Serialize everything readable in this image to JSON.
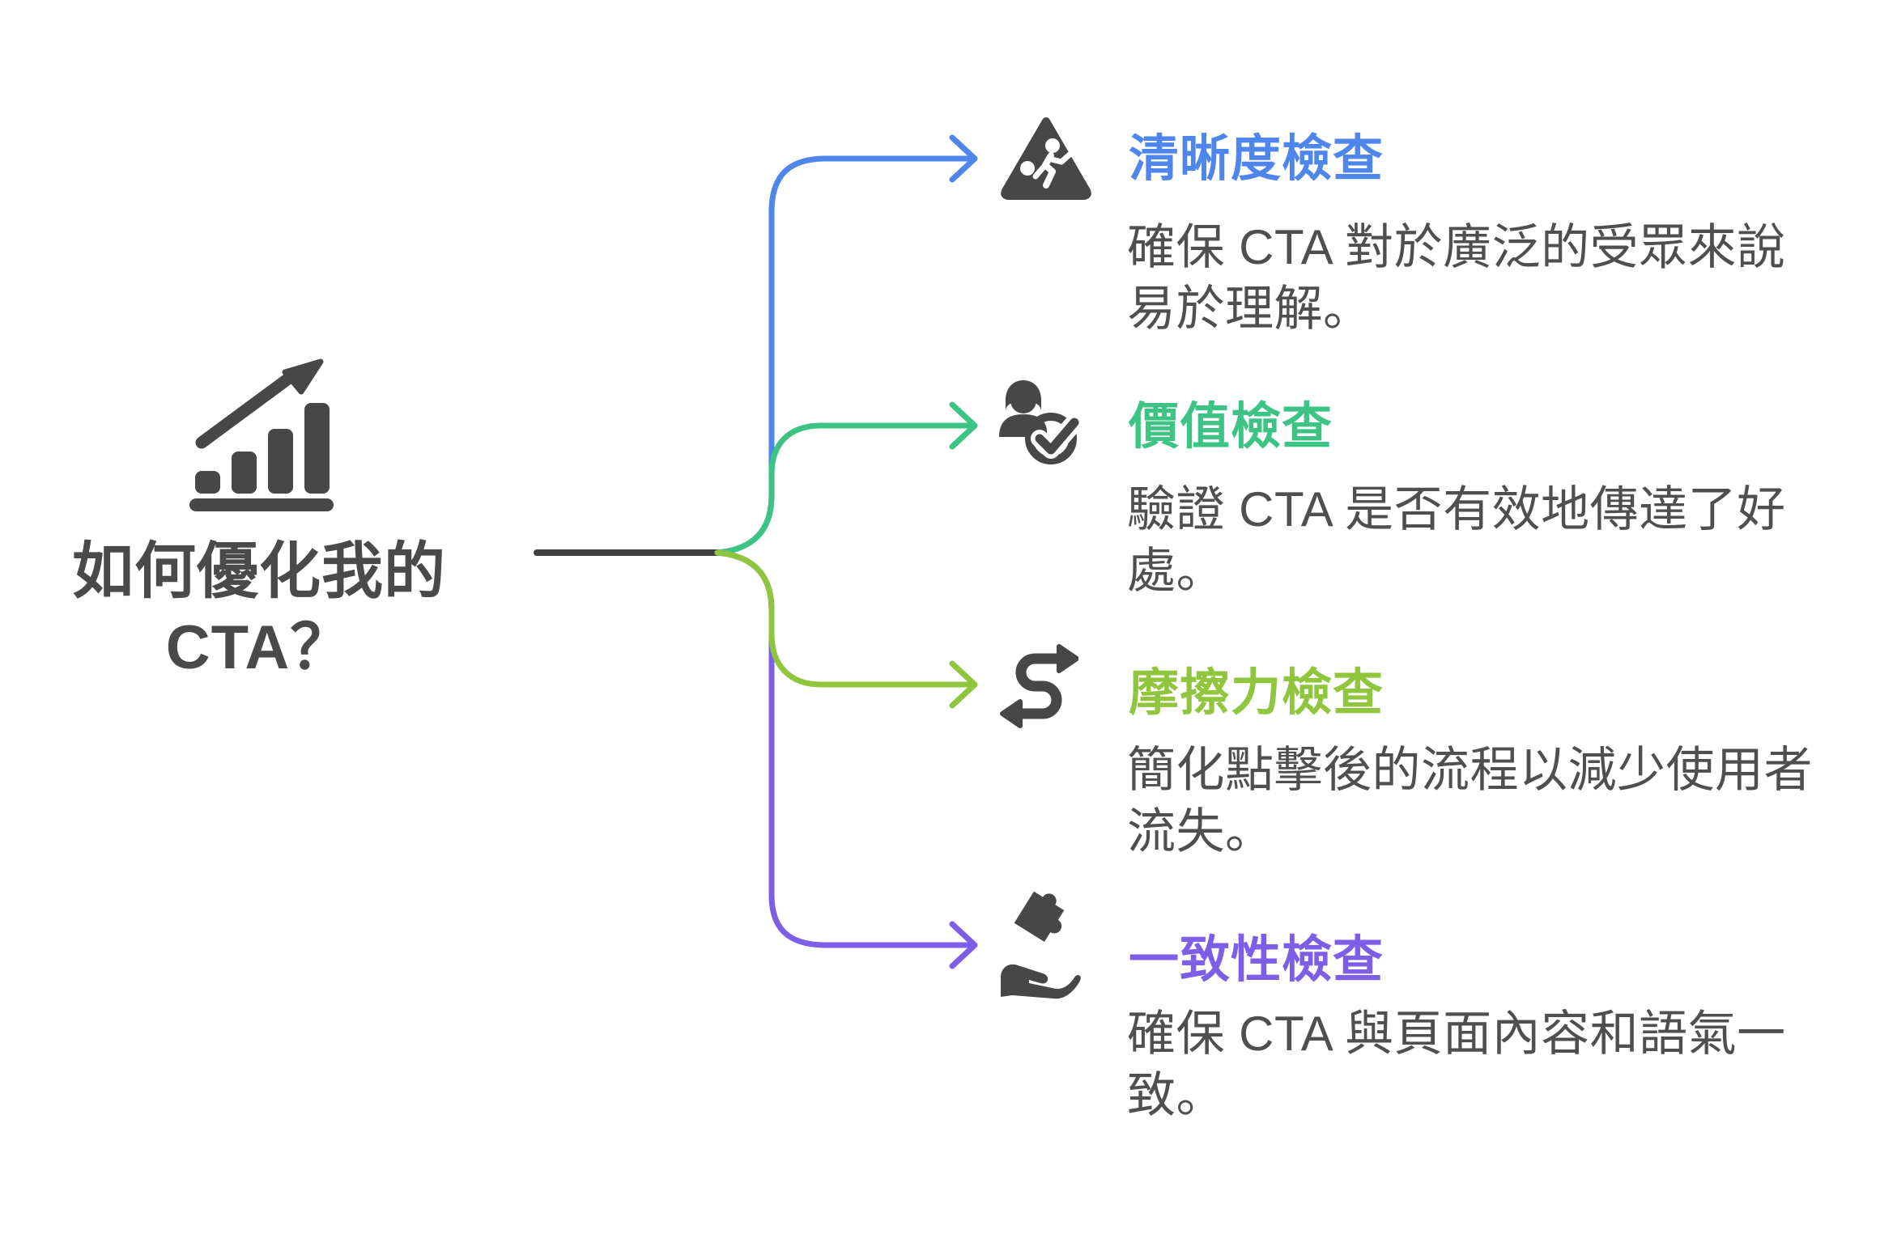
{
  "diagram": {
    "center": {
      "title": "如何優化我的\nCTA？",
      "icon": "growth-bar-chart-icon"
    },
    "branches": [
      {
        "id": "clarity",
        "icon": "caution-runner-icon",
        "color": "#4e86ec",
        "label": "清晰度檢查",
        "description": "確保 CTA 對於廣泛的受眾來說\n易於理解。"
      },
      {
        "id": "value",
        "icon": "person-check-icon",
        "color": "#3dc383",
        "label": "價值檢查",
        "description": "驗證 CTA 是否有效地傳達了好\n處。"
      },
      {
        "id": "friction",
        "icon": "s-curve-arrows-icon",
        "color": "#90c53e",
        "label": "摩擦力檢查",
        "description": "簡化點擊後的流程以減少使用者\n流失。"
      },
      {
        "id": "consistency",
        "icon": "hand-holding-puzzle-icon",
        "color": "#7c5fe6",
        "label": "一致性檢查",
        "description": "確保 CTA 與頁面內容和語氣一\n致。"
      }
    ]
  },
  "colors": {
    "background": "#ffffff",
    "center_text": "#4a4a4a",
    "icon_dark": "#474747",
    "trunk_line": "#3f3f3f",
    "description_text": "#4f4f4f"
  }
}
